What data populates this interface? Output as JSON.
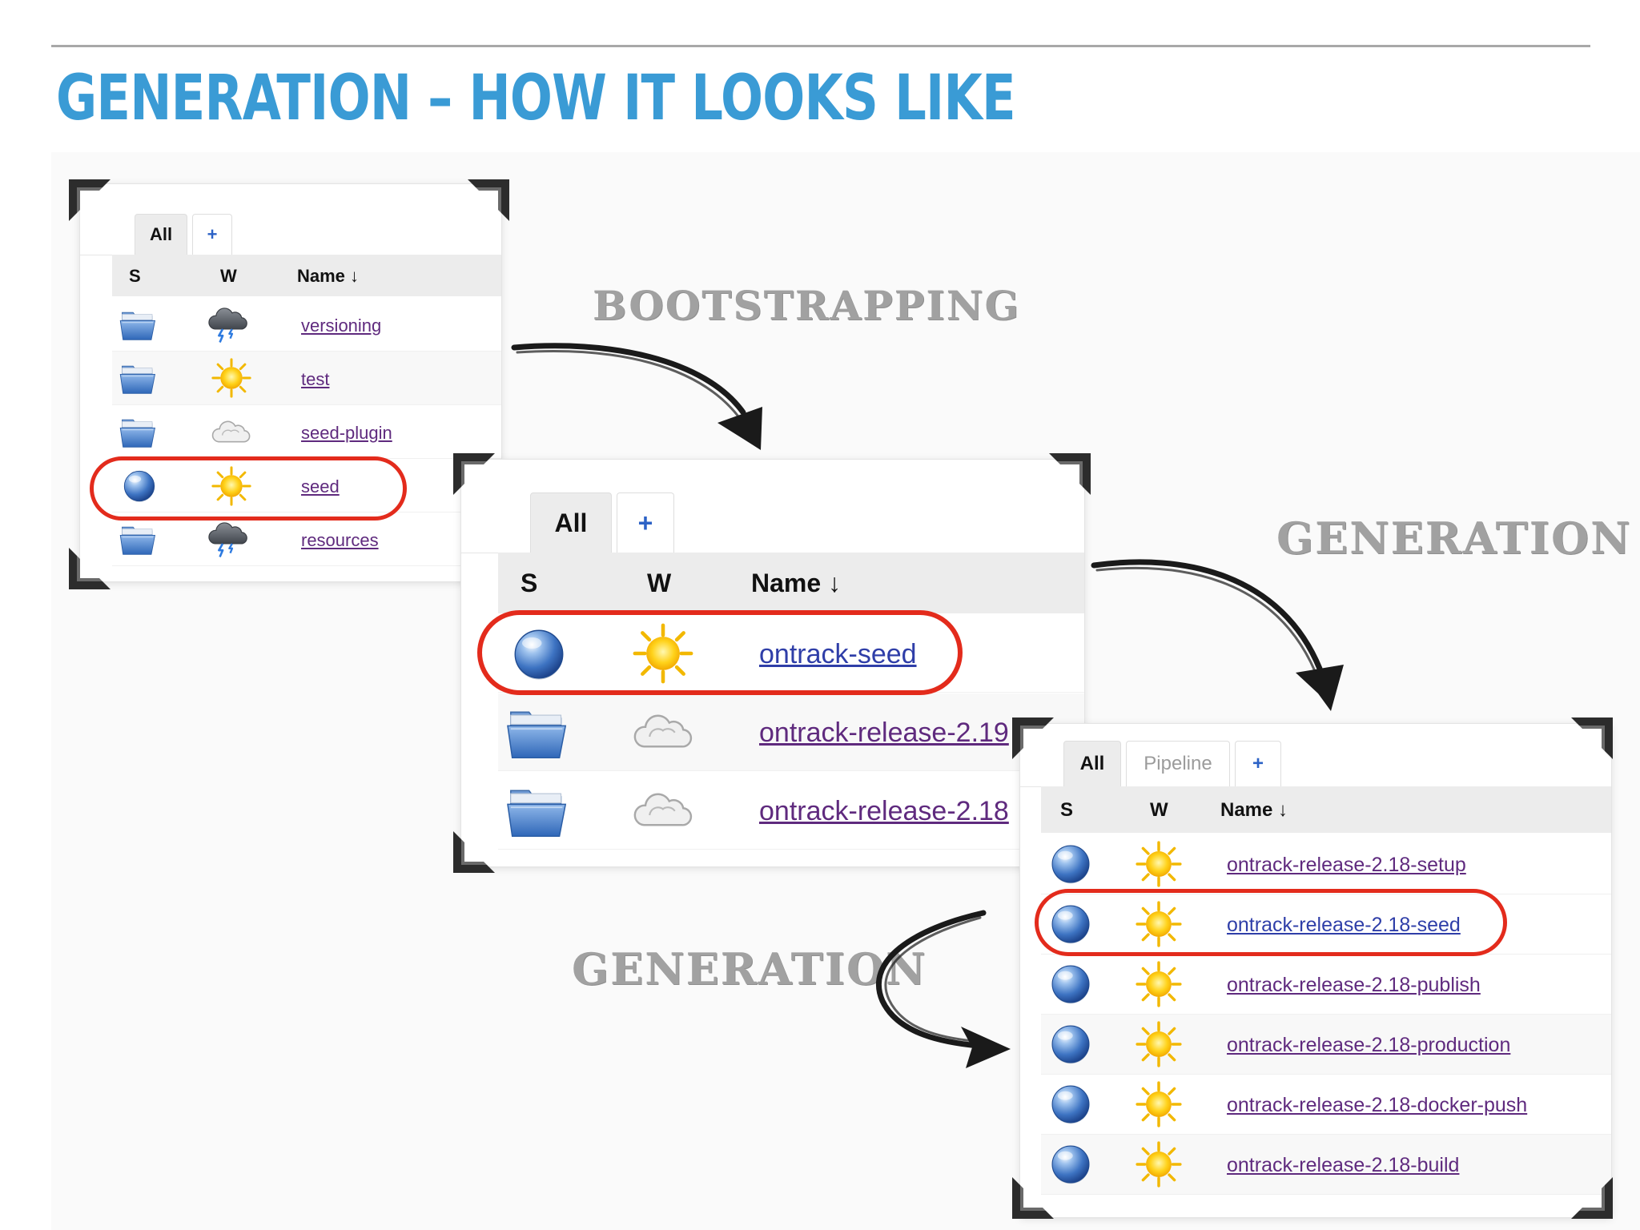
{
  "slide": {
    "title": "GENERATION – HOW IT LOOKS LIKE"
  },
  "labels": {
    "bootstrapping": "BOOTSTRAPPING",
    "generation_right": "GENERATION",
    "generation_bottom": "GENERATION"
  },
  "colors": {
    "title": "#3a9bd5",
    "highlight": "#e32b1c",
    "link": "#5f2a7e",
    "link_active": "#2f3ea8"
  },
  "panel1": {
    "tabs": {
      "all": "All",
      "plus": "+"
    },
    "headers": {
      "s": "S",
      "w": "W",
      "name": "Name ↓"
    },
    "rows": [
      {
        "name": "versioning",
        "status": "folder-icon",
        "weather": "storm-icon"
      },
      {
        "name": "test",
        "status": "folder-icon",
        "weather": "sun-icon"
      },
      {
        "name": "seed-plugin",
        "status": "folder-icon",
        "weather": "cloud-icon"
      },
      {
        "name": "seed",
        "status": "blue-ball-icon",
        "weather": "sun-icon"
      },
      {
        "name": "resources",
        "status": "folder-icon",
        "weather": "storm-icon"
      }
    ]
  },
  "panel2": {
    "tabs": {
      "all": "All",
      "plus": "+"
    },
    "headers": {
      "s": "S",
      "w": "W",
      "name": "Name ↓"
    },
    "rows": [
      {
        "name": "ontrack-seed",
        "status": "blue-ball-icon",
        "weather": "sun-icon"
      },
      {
        "name": "ontrack-release-2.19",
        "status": "folder-icon",
        "weather": "cloud-icon"
      },
      {
        "name": "ontrack-release-2.18",
        "status": "folder-icon",
        "weather": "cloud-icon"
      }
    ]
  },
  "panel3": {
    "tabs": {
      "all": "All",
      "pipeline": "Pipeline",
      "plus": "+"
    },
    "headers": {
      "s": "S",
      "w": "W",
      "name": "Name ↓"
    },
    "rows": [
      {
        "name": "ontrack-release-2.18-setup",
        "status": "blue-ball-icon",
        "weather": "sun-icon"
      },
      {
        "name": "ontrack-release-2.18-seed",
        "status": "blue-ball-icon",
        "weather": "sun-icon"
      },
      {
        "name": "ontrack-release-2.18-publish",
        "status": "blue-ball-icon",
        "weather": "sun-icon"
      },
      {
        "name": "ontrack-release-2.18-production",
        "status": "blue-ball-icon",
        "weather": "sun-icon"
      },
      {
        "name": "ontrack-release-2.18-docker-push",
        "status": "blue-ball-icon",
        "weather": "sun-icon"
      },
      {
        "name": "ontrack-release-2.18-build",
        "status": "blue-ball-icon",
        "weather": "sun-icon"
      }
    ]
  }
}
